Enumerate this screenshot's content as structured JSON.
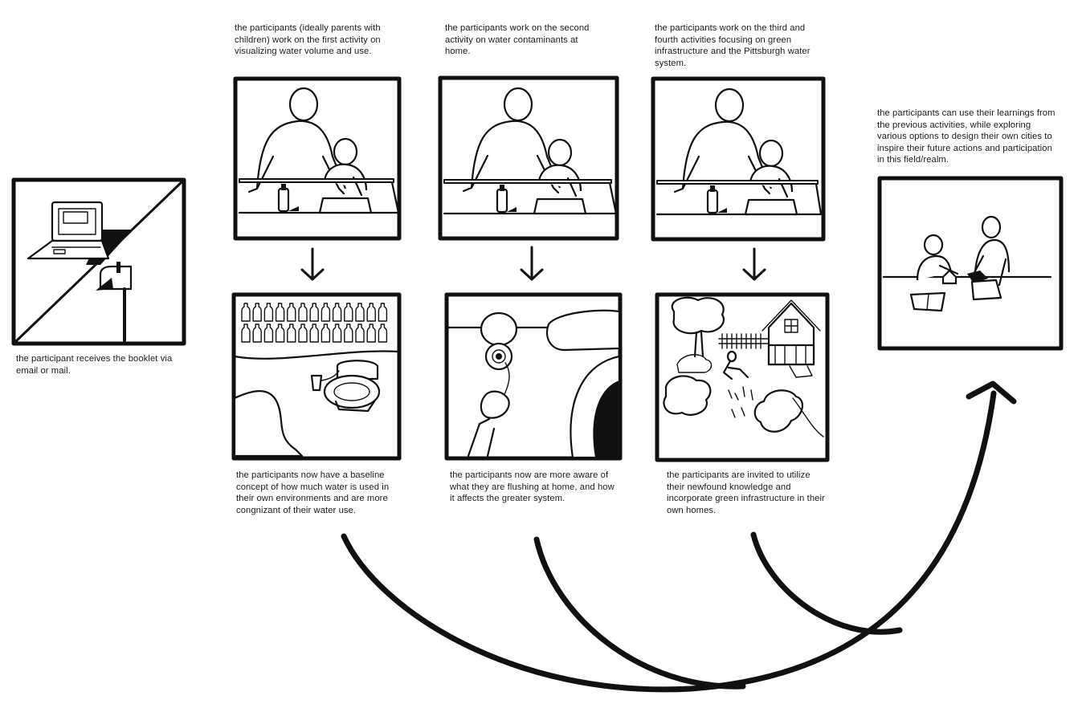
{
  "captions": {
    "step0": "the participant receives the booklet via email or mail.",
    "step1_top": "the participants (ideally parents with children) work on the first activity on visualizing water volume and use.",
    "step1_bottom": "the participants now have a baseline concept of how much water is used in their own environments and are more congnizant of their water use.",
    "step2_top": "the participants work on the second activity on water contaminants at home.",
    "step2_bottom": "the participants now are more aware of what they are flushing at home, and how it affects the greater system.",
    "step3_top": "the participants work on the third and fourth activities focusing on green infrastructure and the Pittsburgh water system.",
    "step3_bottom": "the participants are invited to utilize their newfound knowledge and incorporate green infrastructure in their own homes.",
    "step4": "the participants can use their learnings from the previous activities, while exploring various options to design their own cities to inspire their future actions and participation in this field/realm."
  },
  "icons": {
    "delivery": "laptop-and-mailbox-icon",
    "activity": "parent-and-child-at-table-icon",
    "water_volume": "water-bottles-and-toilet-icon",
    "contaminants": "toilet-flush-icon",
    "green_infra": "house-and-garden-icon",
    "design_city": "two-people-designing-icon"
  },
  "colors": {
    "ink": "#111111",
    "paper": "#ffffff"
  }
}
